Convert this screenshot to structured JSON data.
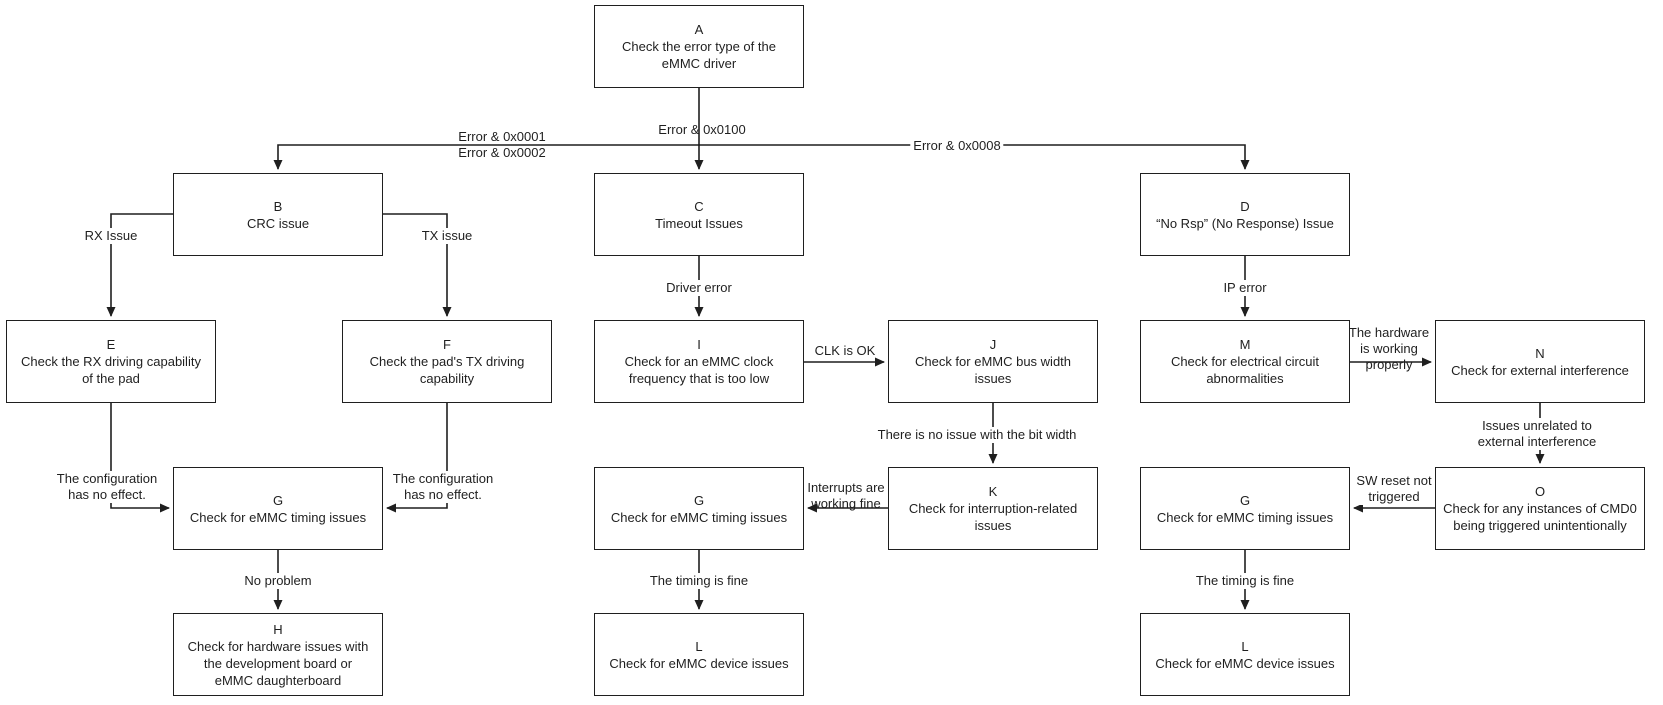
{
  "diagram": {
    "colors": {
      "background": "#ffffff",
      "line": "#1f1f1f",
      "text": "#1f1f1f"
    },
    "nodes": [
      {
        "letter": "A",
        "text": "Check the error type of the\neMMC driver"
      },
      {
        "letter": "B",
        "text": "CRC issue"
      },
      {
        "letter": "C",
        "text": "Timeout Issues"
      },
      {
        "letter": "D",
        "text": "“No Rsp” (No Response) Issue"
      },
      {
        "letter": "E",
        "text": "Check the RX driving capability\nof the pad"
      },
      {
        "letter": "F",
        "text": "Check the pad's TX driving\ncapability"
      },
      {
        "letter": "G",
        "text": "Check for eMMC timing issues"
      },
      {
        "letter": "H",
        "text": "Check for hardware issues with\nthe development board or\neMMC daughterboard"
      },
      {
        "letter": "I",
        "text": "Check for an eMMC clock\nfrequency that is too low"
      },
      {
        "letter": "J",
        "text": "Check for eMMC bus width\nissues"
      },
      {
        "letter": "K",
        "text": "Check for interruption-related\nissues"
      },
      {
        "letter": "G",
        "text": "Check for eMMC timing issues"
      },
      {
        "letter": "L",
        "text": "Check for eMMC device issues"
      },
      {
        "letter": "M",
        "text": "Check for electrical circuit\nabnormalities"
      },
      {
        "letter": "N",
        "text": "Check for external interference"
      },
      {
        "letter": "O",
        "text": "Check for any instances of CMD0\nbeing triggered unintentionally"
      },
      {
        "letter": "G",
        "text": "Check for eMMC timing issues"
      },
      {
        "letter": "L",
        "text": "Check for eMMC device issues"
      }
    ],
    "edges": [
      {
        "from": "A",
        "to": "B",
        "label": "Error & 0x0001\nError & 0x0002"
      },
      {
        "from": "A",
        "to": "C",
        "label": "Error & 0x0100"
      },
      {
        "from": "A",
        "to": "D",
        "label": "Error & 0x0008"
      },
      {
        "from": "B",
        "to": "E",
        "label": "RX Issue"
      },
      {
        "from": "B",
        "to": "F",
        "label": "TX issue"
      },
      {
        "from": "E",
        "to": "G",
        "label": "The configuration\nhas no effect."
      },
      {
        "from": "F",
        "to": "G",
        "label": "The configuration\nhas no effect."
      },
      {
        "from": "G",
        "to": "H",
        "label": "No problem"
      },
      {
        "from": "C",
        "to": "I",
        "label": "Driver error"
      },
      {
        "from": "I",
        "to": "J",
        "label": "CLK is OK"
      },
      {
        "from": "J",
        "to": "K",
        "label": "There is no issue with the bit width"
      },
      {
        "from": "K",
        "to": "G",
        "label": "Interrupts are\nworking fine"
      },
      {
        "from": "G",
        "to": "L",
        "label": "The timing is fine"
      },
      {
        "from": "D",
        "to": "M",
        "label": "IP error"
      },
      {
        "from": "M",
        "to": "N",
        "label": "The hardware\nis working\nproperly"
      },
      {
        "from": "N",
        "to": "O",
        "label": "Issues unrelated to external interference"
      },
      {
        "from": "O",
        "to": "G",
        "label": "SW reset not\ntriggered"
      },
      {
        "from": "G",
        "to": "L",
        "label": "The timing is fine"
      }
    ]
  }
}
